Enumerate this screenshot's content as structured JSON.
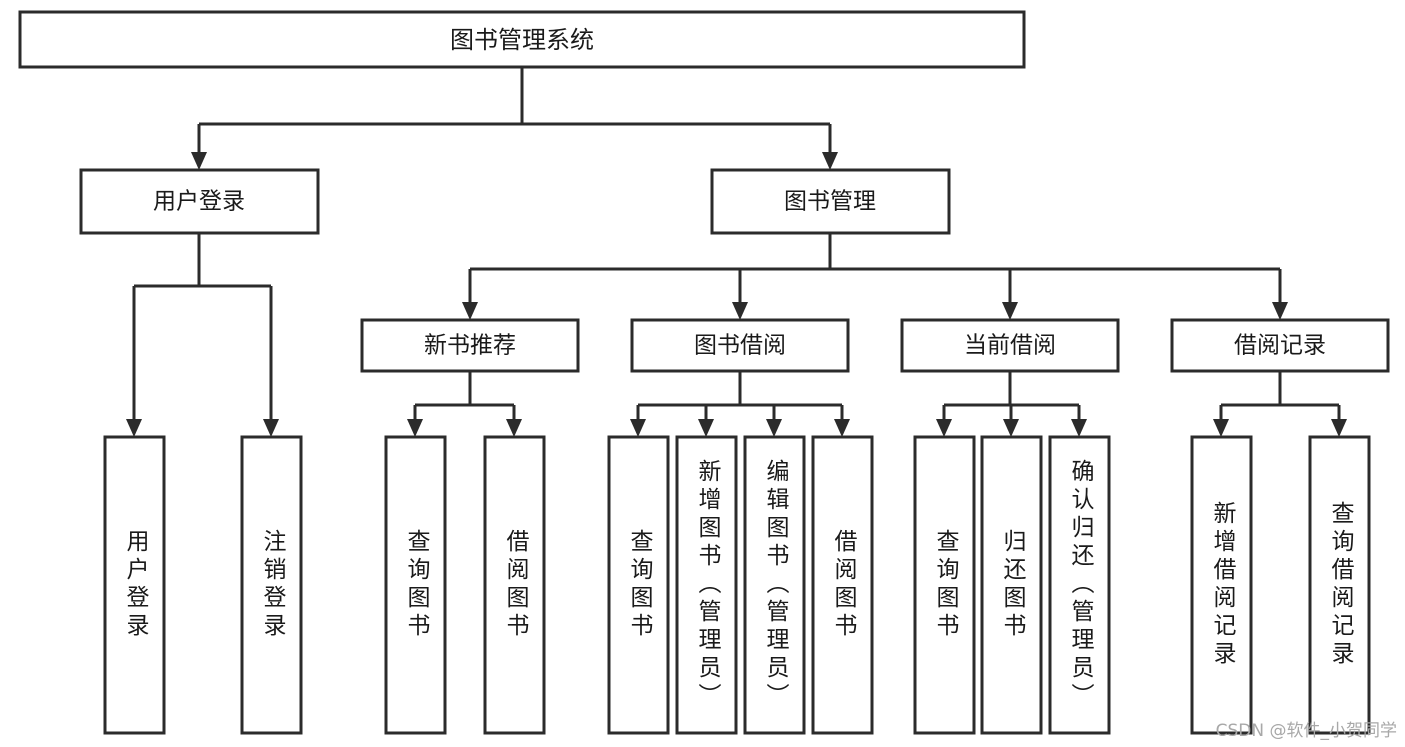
{
  "diagram": {
    "title": "图书管理系统",
    "type": "tree-hierarchy",
    "orientation": "top-down",
    "colors": {
      "box_fill": "#ffffff",
      "box_stroke": "#2b2b2b",
      "text": "#1a1a1a",
      "connector": "#2b2b2b",
      "watermark": "#a8a8a8",
      "background": "#ffffff"
    },
    "root": {
      "label": "图书管理系统"
    },
    "level2": [
      {
        "label": "用户登录"
      },
      {
        "label": "图书管理"
      }
    ],
    "level3": [
      {
        "label": "新书推荐"
      },
      {
        "label": "图书借阅"
      },
      {
        "label": "当前借阅"
      },
      {
        "label": "借阅记录"
      }
    ],
    "leaves": {
      "user_login": [
        {
          "label": "用户登录"
        },
        {
          "label": "注销登录"
        }
      ],
      "new_book_recommend": [
        {
          "label": "查询图书"
        },
        {
          "label": "借阅图书"
        }
      ],
      "book_borrow": [
        {
          "label": "查询图书"
        },
        {
          "label": "新增图书（管理员）"
        },
        {
          "label": "编辑图书（管理员）"
        },
        {
          "label": "借阅图书"
        }
      ],
      "current_borrow": [
        {
          "label": "查询图书"
        },
        {
          "label": "归还图书"
        },
        {
          "label": "确认归还（管理员）"
        }
      ],
      "borrow_record": [
        {
          "label": "新增借阅记录"
        },
        {
          "label": "查询借阅记录"
        }
      ]
    }
  },
  "watermark": {
    "text": "CSDN @软件_小贺同学"
  }
}
